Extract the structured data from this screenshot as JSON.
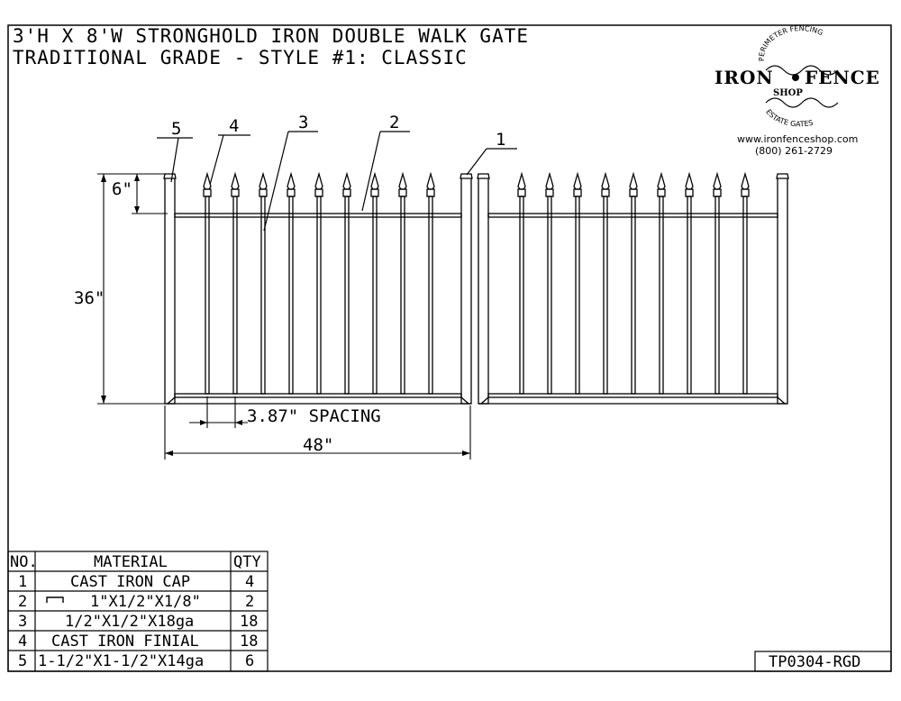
{
  "title": {
    "line1": "3'H X 8'W STRONGHOLD IRON DOUBLE WALK GATE",
    "line2": "TRADITIONAL GRADE - STYLE #1: CLASSIC"
  },
  "logo": {
    "arc_top": "PERIMETER FENCING",
    "brand_left": "IRON",
    "brand_right": "FENCE",
    "brand_sub": "SHOP",
    "arc_bottom": "ESTATE GATES",
    "website": "www.ironfenceshop.com",
    "phone": "(800) 261-2729"
  },
  "callouts": [
    "5",
    "4",
    "3",
    "2",
    "1"
  ],
  "dimensions": {
    "finial_height": "6\"",
    "height": "36\"",
    "spacing": "3.87\" SPACING",
    "width": "48\""
  },
  "bom": {
    "headers": [
      "NO.",
      "MATERIAL",
      "QTY"
    ],
    "rows": [
      {
        "no": "1",
        "material": "CAST IRON CAP",
        "qty": "4"
      },
      {
        "no": "2",
        "material": "1\"X1/2\"X1/8\"",
        "qty": "2"
      },
      {
        "no": "3",
        "material": "1/2\"X1/2\"X18ga",
        "qty": "18"
      },
      {
        "no": "4",
        "material": "CAST IRON FINIAL",
        "qty": "18"
      },
      {
        "no": "5",
        "material": "1-1/2\"X1-1/2\"X14ga",
        "qty": "6"
      }
    ]
  },
  "drawing_number": "TP0304-RGD"
}
